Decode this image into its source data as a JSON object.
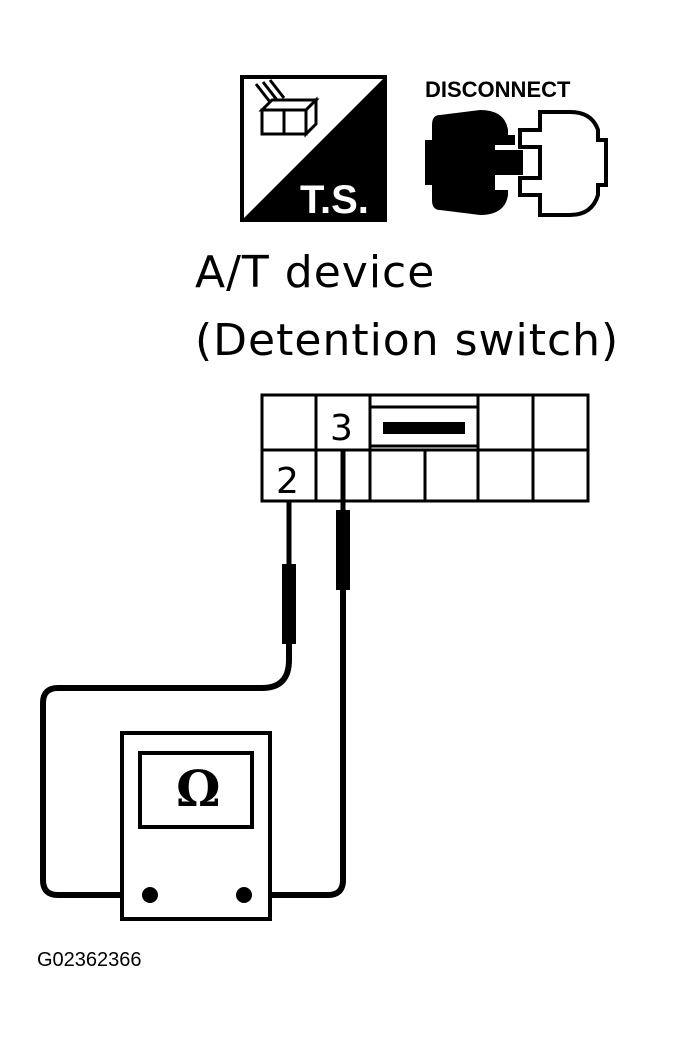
{
  "icons": {
    "ts_icon": {
      "name": "test-socket-icon",
      "label": "T.S."
    },
    "disconnect_icon": {
      "name": "disconnect-connector-icon",
      "label": "DISCONNECT"
    }
  },
  "title": {
    "line1": "A/T device",
    "line2": "(Detention switch)"
  },
  "connector": {
    "pin_top": "3",
    "pin_bottom": "2"
  },
  "meter": {
    "symbol": "Ω",
    "icon": "ohmmeter-icon"
  },
  "figure_id": "G02362366",
  "colors": {
    "ink": "#000000",
    "background": "#ffffff"
  }
}
